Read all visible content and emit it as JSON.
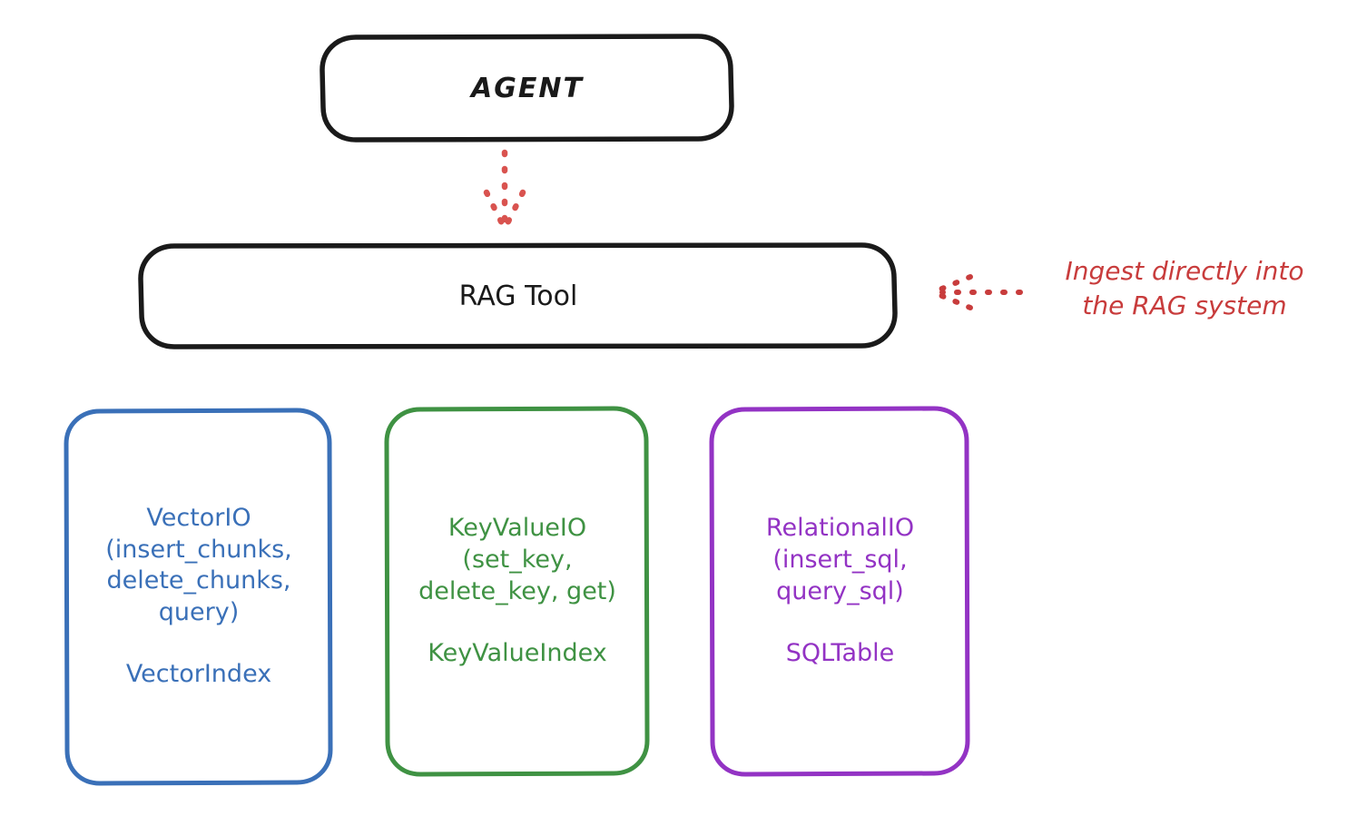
{
  "diagram": {
    "title_node": {
      "label": "AGENT"
    },
    "tool_node": {
      "label": "RAG Tool"
    },
    "annotation": {
      "text": "Ingest directly into\nthe RAG system",
      "color": "#c83c3c"
    },
    "stores": [
      {
        "id": "vector",
        "api_label": "VectorIO\n(insert_chunks,\ndelete_chunks,\nquery)",
        "index_label": "VectorIndex",
        "color": "#3a70b8"
      },
      {
        "id": "keyvalue",
        "api_label": "KeyValueIO\n(set_key,\ndelete_key, get)",
        "index_label": "KeyValueIndex",
        "color": "#3f9243"
      },
      {
        "id": "relational",
        "api_label": "RelationalIO\n(insert_sql,\nquery_sql)",
        "index_label": "SQLTable",
        "color": "#9333c4"
      }
    ],
    "colors": {
      "stroke_dark": "#1a1a1a",
      "accent_red": "#c83c3c",
      "background": "#ffffff"
    }
  }
}
